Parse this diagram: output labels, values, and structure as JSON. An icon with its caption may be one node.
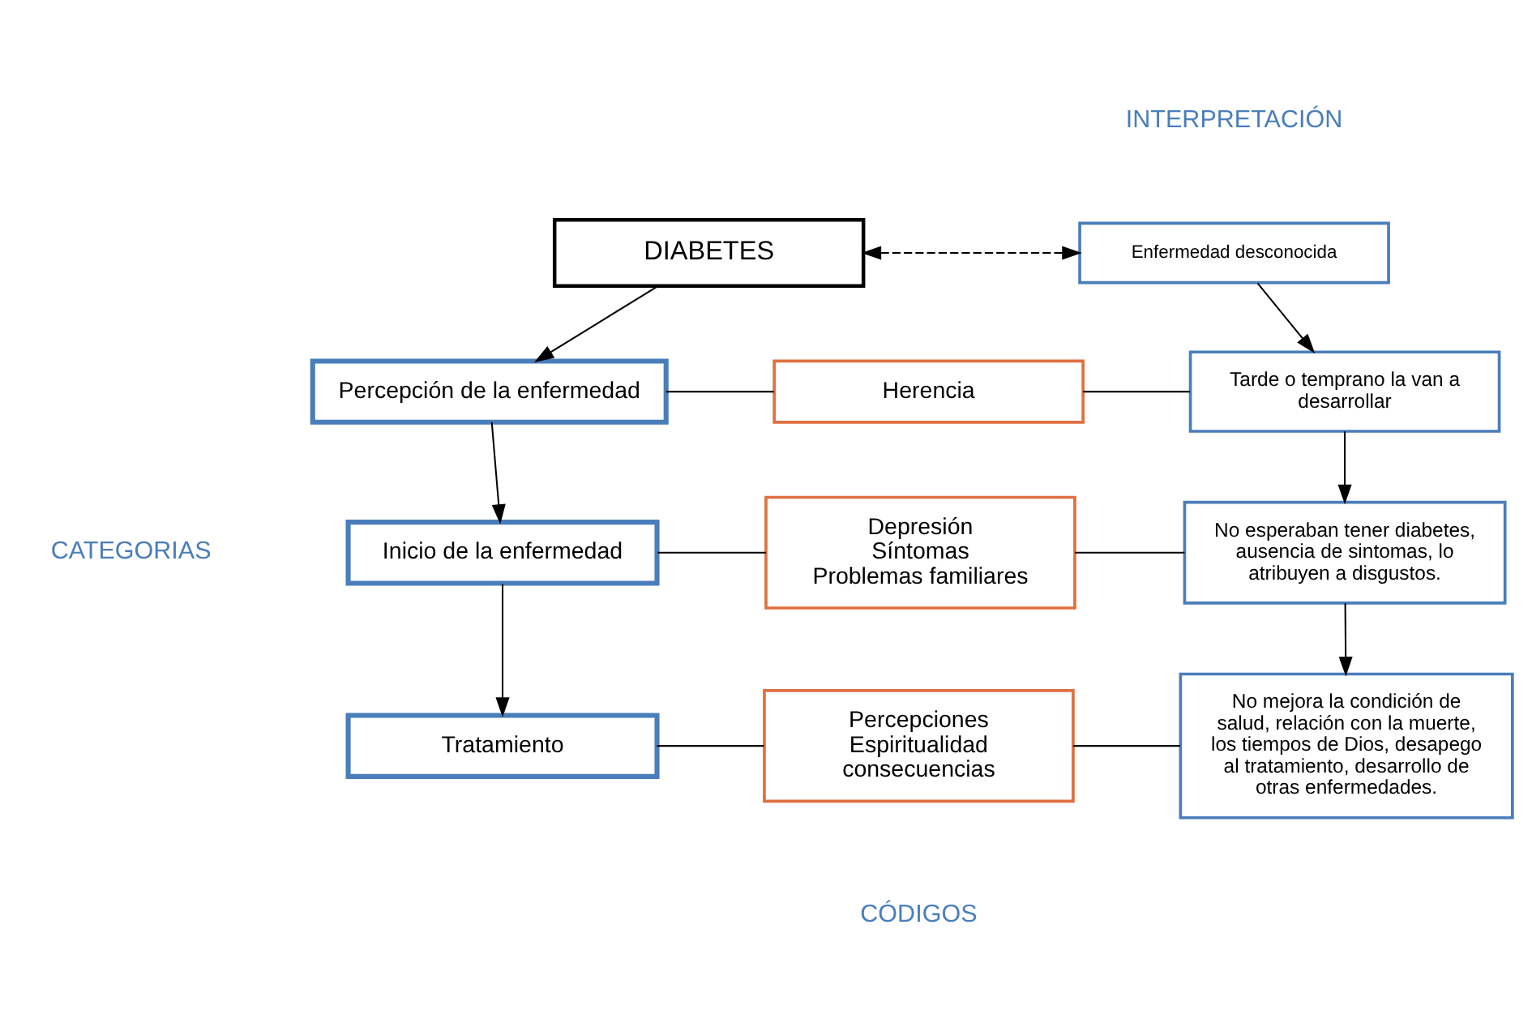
{
  "diagram": {
    "nodes": [
      {
        "text": [
          "DIABETES"
        ]
      },
      {
        "text": [
          "Percepción de la enfermedad"
        ]
      },
      {
        "text": [
          "Inicio de la enfermedad"
        ]
      },
      {
        "text": [
          "Tratamiento"
        ]
      },
      {
        "text": [
          "Herencia"
        ]
      },
      {
        "text": [
          "Depresión",
          "Síntomas",
          "Problemas familiares"
        ]
      },
      {
        "text": [
          "Percepciones",
          "Espiritualidad",
          "consecuencias"
        ]
      },
      {
        "text": [
          "Enfermedad desconocida"
        ]
      },
      {
        "text": [
          "Tarde o temprano la van a desarrollar"
        ]
      },
      {
        "text": [
          "No esperaban tener diabetes, ausencia de sintomas, lo atribuyen a disgustos."
        ]
      },
      {
        "text": [
          "No mejora la condición de salud, relación con la muerte, los tiempos de Dios, desapego al tratamiento, desarrollo de otras enfermedades."
        ]
      }
    ],
    "edges": [
      {
        "from": 0,
        "to": 7,
        "arrow": "both",
        "style": "dashed"
      },
      {
        "from": 0,
        "to": 1,
        "arrow": "to"
      },
      {
        "from": 1,
        "to": 4,
        "arrow": "none"
      },
      {
        "from": 4,
        "to": 8,
        "arrow": "none"
      },
      {
        "from": 7,
        "to": 8,
        "arrow": "to"
      },
      {
        "from": 1,
        "to": 2,
        "arrow": "to"
      },
      {
        "from": 2,
        "to": 5,
        "arrow": "none"
      },
      {
        "from": 5,
        "to": 9,
        "arrow": "none"
      },
      {
        "from": 8,
        "to": 9,
        "arrow": "to"
      },
      {
        "from": 2,
        "to": 3,
        "arrow": "to"
      },
      {
        "from": 3,
        "to": 6,
        "arrow": "none"
      },
      {
        "from": 6,
        "to": 10,
        "arrow": "none"
      },
      {
        "from": 9,
        "to": 10,
        "arrow": "to"
      }
    ],
    "labels": [
      "INTERPRETACIÓN",
      "CATEGORIAS",
      "CÓDIGOS"
    ]
  }
}
